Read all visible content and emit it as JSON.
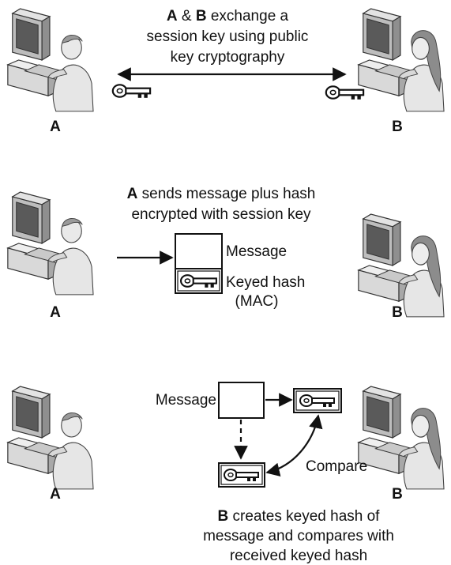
{
  "panel1": {
    "caption_line1_bold_a": "A",
    "caption_line1_amp": " & ",
    "caption_line1_bold_b": "B",
    "caption_line1_rest": " exchange a",
    "caption_line2": "session key using public",
    "caption_line3": "key cryptography",
    "label_a": "A",
    "label_b": "B"
  },
  "panel2": {
    "caption_line1_bold": "A",
    "caption_line1_rest": " sends message plus hash",
    "caption_line2": "encrypted with session key",
    "message_label": "Message",
    "keyed_hash_label": "Keyed hash",
    "mac_label": "(MAC)",
    "label_a": "A",
    "label_b": "B"
  },
  "panel3": {
    "message_label": "Message",
    "compare_label": "Compare",
    "caption_line1_bold": "B",
    "caption_line1_rest": " creates keyed hash of",
    "caption_line2": "message and compares with",
    "caption_line3": "received keyed hash",
    "label_a": "A",
    "label_b": "B"
  },
  "icons": {
    "user_a": "user-at-computer-icon",
    "user_b": "user-at-computer-icon",
    "key": "key-icon"
  }
}
